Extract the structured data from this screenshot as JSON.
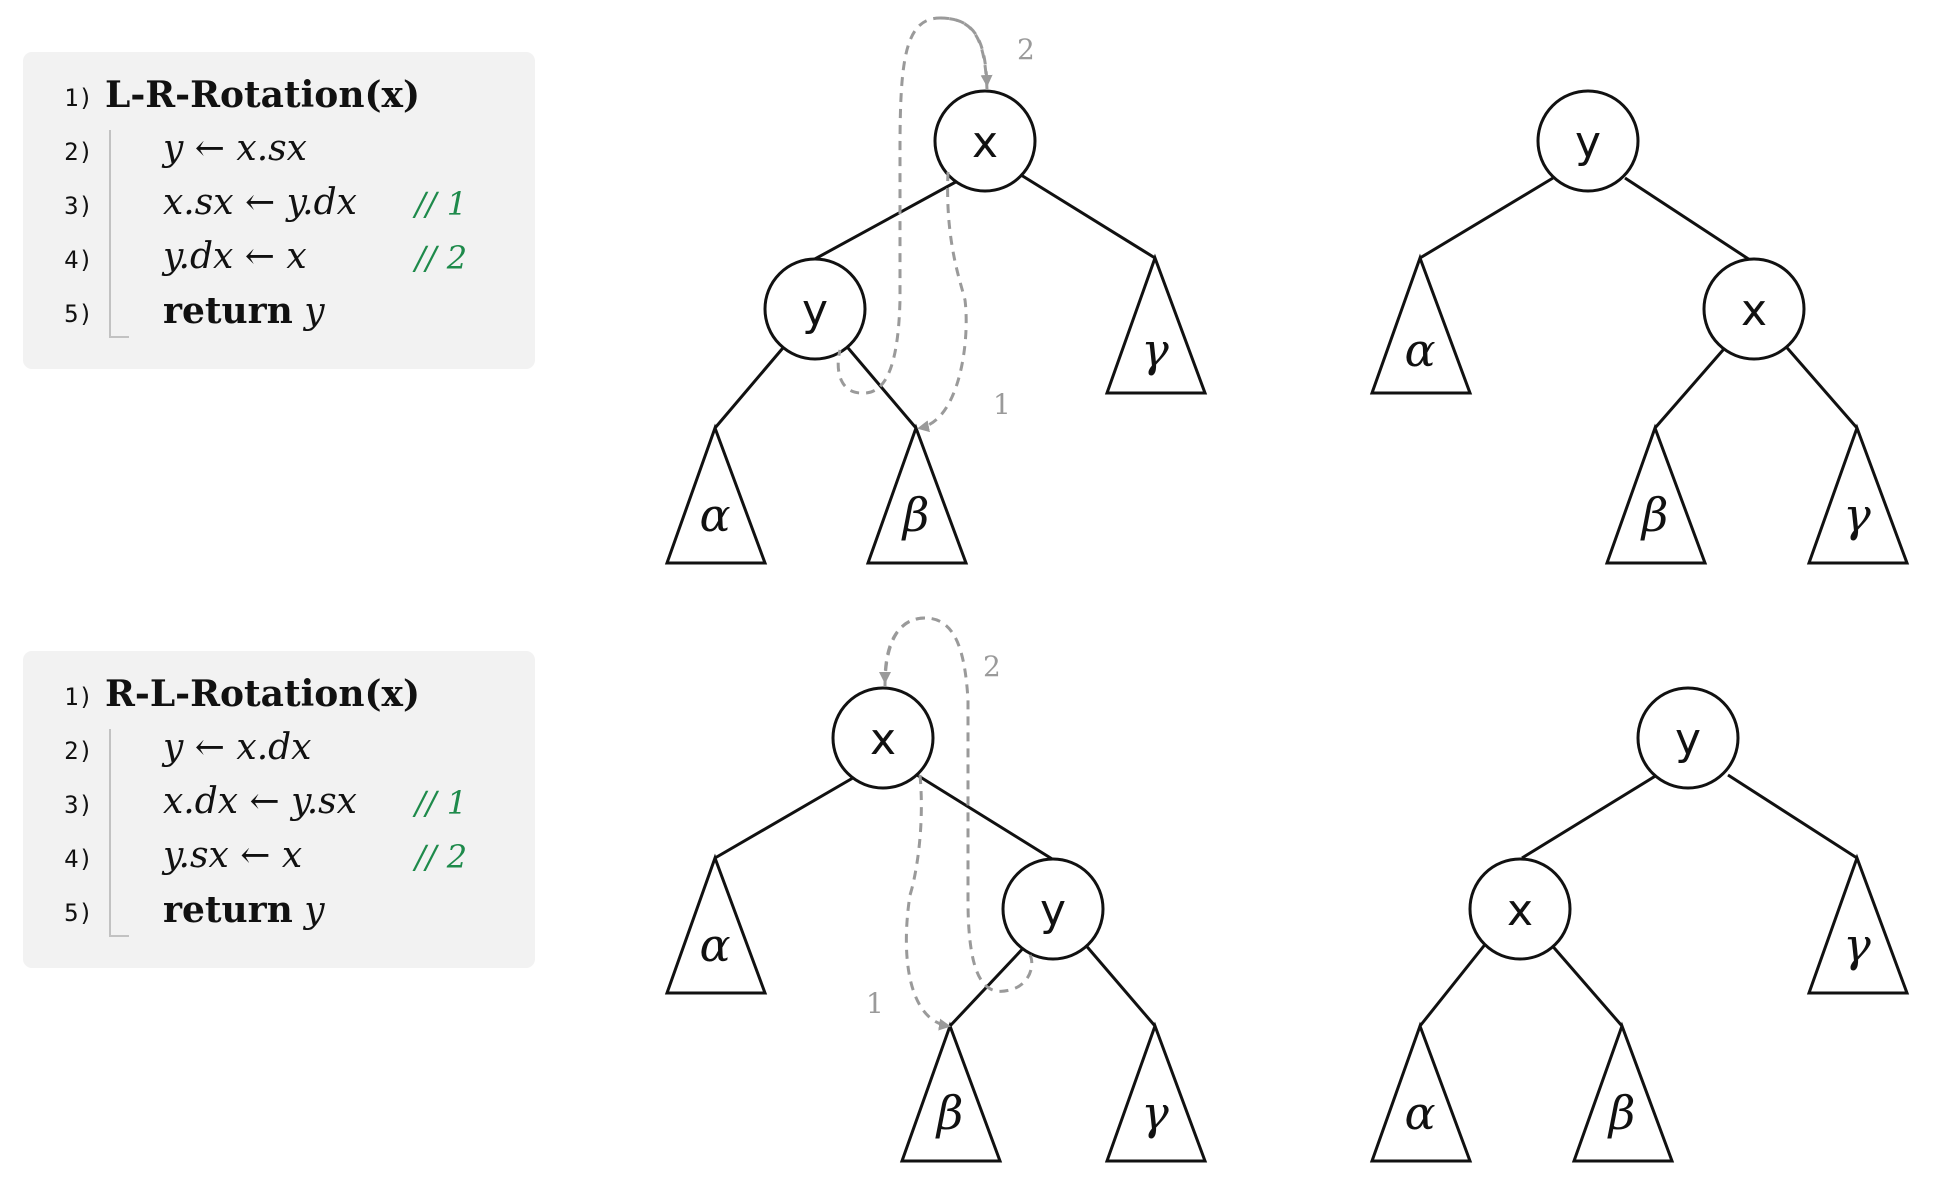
{
  "algorithms": [
    {
      "lines": [
        {
          "no": "1)",
          "text": "L-R-Rotation(x)"
        },
        {
          "no": "2)",
          "text": "y ← x.sx"
        },
        {
          "no": "3)",
          "text": "x.sx ← y.dx",
          "comment": "// 1"
        },
        {
          "no": "4)",
          "text": "y.dx ← x",
          "comment": "// 2"
        },
        {
          "no": "5)",
          "keyword": "return",
          "text": "y"
        }
      ]
    },
    {
      "lines": [
        {
          "no": "1)",
          "text": "R-L-Rotation(x)"
        },
        {
          "no": "2)",
          "text": "y ← x.dx"
        },
        {
          "no": "3)",
          "text": "x.dx ← y.sx",
          "comment": "// 1"
        },
        {
          "no": "4)",
          "text": "y.sx ← x",
          "comment": "// 2"
        },
        {
          "no": "5)",
          "keyword": "return",
          "text": "y"
        }
      ]
    }
  ],
  "trees": {
    "top_before": {
      "root": "x",
      "child": "y",
      "subtrees": [
        "α",
        "β",
        "γ"
      ],
      "steps": [
        "1",
        "2"
      ]
    },
    "top_after": {
      "root": "y",
      "child": "x",
      "subtrees": [
        "α",
        "β",
        "γ"
      ]
    },
    "bottom_before": {
      "root": "x",
      "child": "y",
      "subtrees": [
        "α",
        "β",
        "γ"
      ],
      "steps": [
        "1",
        "2"
      ]
    },
    "bottom_after": {
      "root": "y",
      "child": "x",
      "subtrees": [
        "α",
        "β",
        "γ"
      ]
    }
  },
  "colors": {
    "comment": "#1e8a4b",
    "arrow": "#9a9a9a",
    "box": "#f2f2f2",
    "title_strip": "#3b3a8f"
  }
}
